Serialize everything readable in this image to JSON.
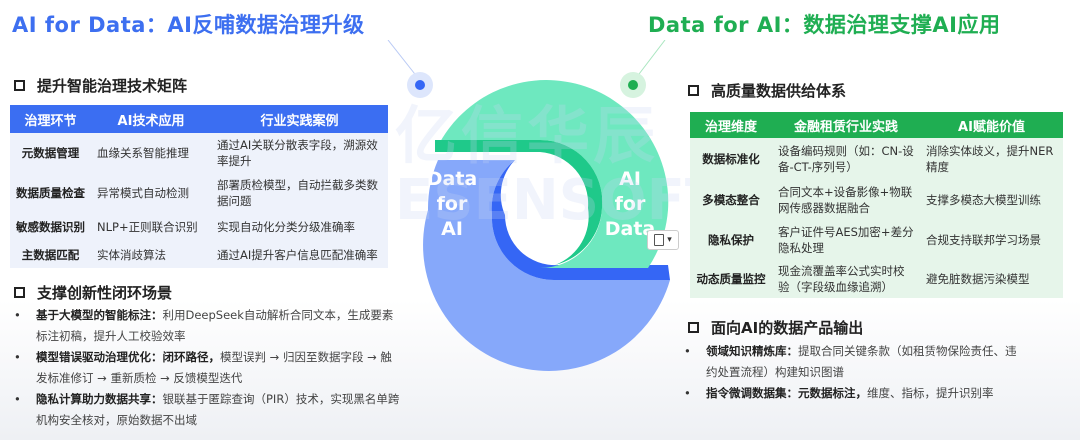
{
  "left": {
    "title": "AI for Data：AI反哺数据治理升级",
    "title_color": "#3d6ff0",
    "section1": "提升智能治理技术矩阵",
    "table": {
      "headers": [
        "治理环节",
        "AI技术应用",
        "行业实践案例"
      ],
      "rows": [
        [
          "元数据管理",
          "血缘关系智能推理",
          "通过AI关联分散表字段，溯源效率提升"
        ],
        [
          "数据质量检查",
          "异常模式自动检测",
          "部署质检模型，自动拦截多类数据问题"
        ],
        [
          "敏感数据识别",
          "NLP+正则联合识别",
          "实现自动化分类分级准确率"
        ],
        [
          "主数据匹配",
          "实体消歧算法",
          "通过AI提升客户信息匹配准确率"
        ]
      ]
    },
    "section2": "支撑创新性闭环场景",
    "bullets": [
      {
        "bold": "基于大模型的智能标注：",
        "text": "利用DeepSeek自动解析合同文本，生成要素标注初稿，提升人工校验效率"
      },
      {
        "bold": "模型错误驱动治理优化：闭环路径，",
        "text": "模型误判 → 归因至数据字段 → 触发标准修订 → 重新质检 → 反馈模型迭代"
      },
      {
        "bold": "隐私计算助力数据共享：",
        "text": "银联基于匿踪查询（PIR）技术，实现黑名单跨机构安全核对，原始数据不出域"
      }
    ]
  },
  "right": {
    "title": "Data for AI：数据治理支撑AI应用",
    "title_color": "#1fae52",
    "section1": "高质量数据供给体系",
    "table": {
      "headers": [
        "治理维度",
        "金融租赁行业实践",
        "AI赋能价值"
      ],
      "rows": [
        [
          "数据标准化",
          "设备编码规则（如：CN-设备-CT-序列号）",
          "消除实体歧义，提升NER精度"
        ],
        [
          "多模态整合",
          "合同文本+设备影像+物联网传感器数据融合",
          "支撑多模态大模型训练"
        ],
        [
          "隐私保护",
          "客户证件号AES加密+差分隐私处理",
          "合规支持联邦学习场景"
        ],
        [
          "动态质量监控",
          "现金流覆盖率公式实时校验（字段级血缘追溯）",
          "避免脏数据污染模型"
        ]
      ]
    },
    "section2": "面向AI的数据产品输出",
    "bullets": [
      {
        "bold": "领域知识精炼库：",
        "text": "提取合同关键条款（如租赁物保险责任、违约处置流程）构建知识图谱"
      },
      {
        "bold": "指令微调数据集：元数据标注，",
        "text": "维度、指标，提升识别率"
      }
    ]
  },
  "cycle": {
    "left_label": [
      "Data",
      "for",
      "AI"
    ],
    "right_label": [
      "AI",
      "for",
      "Data"
    ],
    "blue": "#86a8fa",
    "blue_dark": "#3566f5",
    "green": "#6ee8bf",
    "green_dark": "#1fc98a"
  },
  "watermark": [
    "亿信华辰",
    "ESENSOFT"
  ],
  "icons": {
    "paste": "clipboard-paste-icon"
  }
}
